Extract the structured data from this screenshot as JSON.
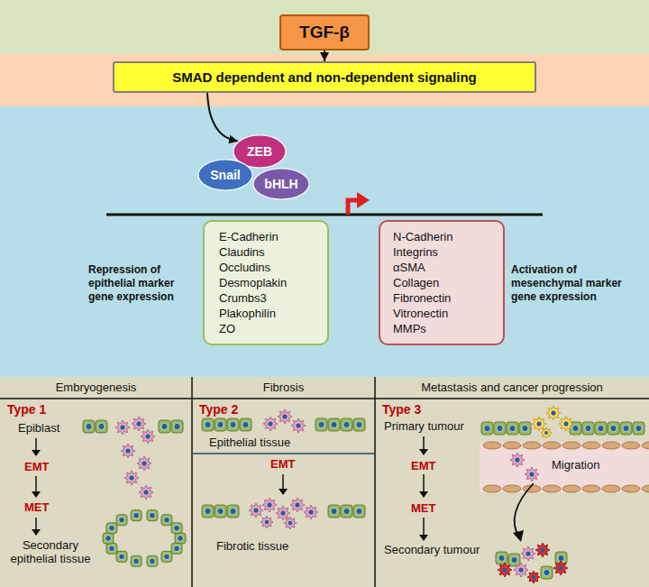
{
  "diagram": {
    "nodes": [
      {
        "text": [
          "TGF-β"
        ]
      },
      {
        "text": [
          "SMAD dependent and non-dependent signaling"
        ]
      },
      {
        "text": [
          "ZEB"
        ]
      },
      {
        "text": [
          "Snail"
        ]
      },
      {
        "text": [
          "bHLH"
        ]
      },
      {
        "text": [
          "E-Cadherin",
          "Claudins",
          "Occludins",
          "Desmoplakin",
          "Crumbs3",
          "Plakophilin",
          "ZO"
        ]
      },
      {
        "text": [
          "N-Cadherin",
          "Integrins",
          "αSMA",
          "Collagen",
          "Fibronectin",
          "Vitronectin",
          "MMPs"
        ]
      },
      {
        "text": [
          "Embryogenesis",
          "Type 1"
        ]
      },
      {
        "text": [
          "Fibrosis",
          "Type 2"
        ]
      },
      {
        "text": [
          "Metastasis and cancer progression",
          "Type 3"
        ]
      }
    ],
    "edges": [
      {
        "from": 0,
        "to": 1,
        "arrow": "to"
      },
      {
        "from": 1,
        "to": 2,
        "arrow": "to"
      }
    ],
    "labels": [
      "Repression of epithelial marker gene expression",
      "Activation of mesenchymal marker gene expression",
      "Epiblast",
      "EMT",
      "MET",
      "Secondary epithelial tissue",
      "Epithelial tissue",
      "EMT",
      "Fibrotic tissue",
      "Primary tumour",
      "EMT",
      "MET",
      "Secondary tumour",
      "Migration"
    ]
  }
}
